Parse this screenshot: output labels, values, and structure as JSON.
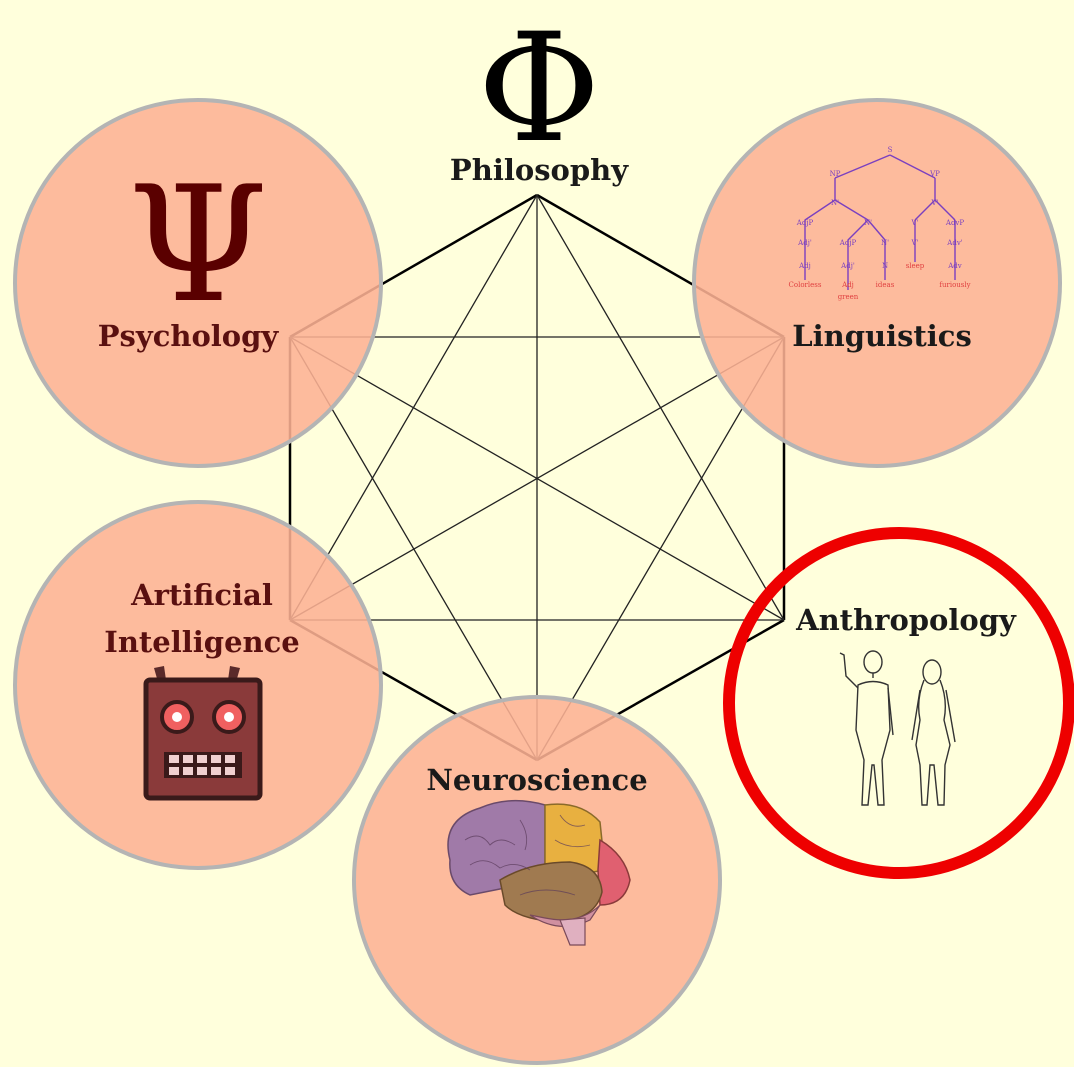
{
  "colors": {
    "background": "#ffffdc",
    "circle_fill": "#fdb294",
    "circle_stroke": "#b4b4b4",
    "highlight_ring": "#ee0000",
    "text": "#1a1a1a",
    "psi_symbol": "#5a0000",
    "psychology_text": "#5a1010",
    "ai_text": "#5a1010",
    "linguistics_tree": "#7a40c0",
    "linguistics_words": "#e04040"
  },
  "disciplines": {
    "philosophy": {
      "symbol": "Φ",
      "label": "Philosophy",
      "icon": "phi-icon"
    },
    "psychology": {
      "symbol": "Ψ",
      "label": "Psychology",
      "icon": "psi-icon"
    },
    "linguistics": {
      "label": "Linguistics",
      "icon": "syntax-tree-icon"
    },
    "anthropology": {
      "label": "Anthropology",
      "icon": "human-figures-icon",
      "highlighted": true
    },
    "neuroscience": {
      "label": "Neuroscience",
      "icon": "brain-icon"
    },
    "ai": {
      "label_line1": "Artificial",
      "label_line2": "Intelligence",
      "icon": "robot-icon"
    }
  }
}
